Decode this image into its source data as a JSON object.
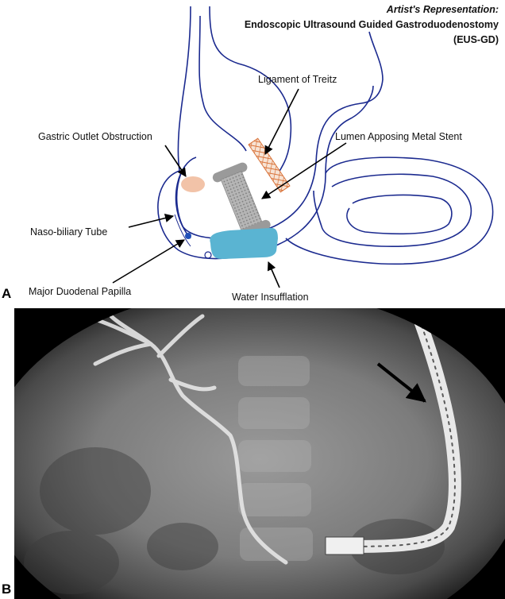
{
  "title": {
    "line1": "Artist's Representation:",
    "line2": "Endoscopic Ultrasound Guided Gastroduodenostomy",
    "line3": "(EUS-GD)"
  },
  "labels": {
    "ligament": "Ligament of Treitz",
    "gastric_outlet": "Gastric Outlet Obstruction",
    "stent": "Lumen Apposing Metal Stent",
    "naso_biliary": "Naso-biliary Tube",
    "papilla": "Major Duodenal Papilla",
    "water": "Water Insufflation"
  },
  "panels": {
    "a": "A",
    "b": "B"
  },
  "colors": {
    "outline": "#1b2a8f",
    "obstruction": "#f2c3a8",
    "water": "#5ab4d2",
    "stent": "#9a9a9a",
    "ligament": "#d9733a",
    "papilla": "#1f4fb8"
  }
}
